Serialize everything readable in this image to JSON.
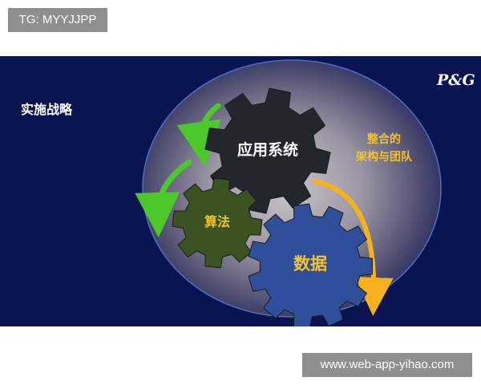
{
  "watermark_top": "TG: MYYJJPP",
  "watermark_bottom": "www.web-app-yihao.com",
  "slide": {
    "brand": "P&G",
    "title": "实施战略",
    "annotation_line1": "整合的",
    "annotation_line2": "架构与团队",
    "gears": {
      "applications": "应用系统",
      "algorithms": "算法",
      "data": "数据"
    }
  },
  "colors": {
    "background": "#0a1450",
    "gear_applications": "#23262d",
    "gear_algorithms": "#3b5320",
    "gear_data": "#2f4f9a",
    "label_gold": "#f2c230",
    "arrow_green": "#4cc828",
    "arrow_orange": "#f5b21c"
  },
  "icons": [
    "gear-icon",
    "curved-arrow-icon"
  ]
}
